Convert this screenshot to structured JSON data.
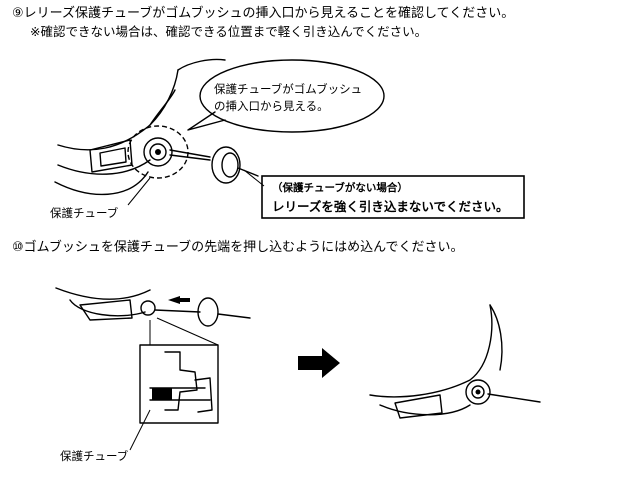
{
  "step9": {
    "title": "⑨レリーズ保護チューブがゴムブッシュの挿入口から見えることを確認してください。",
    "subtitle": "※確認できない場合は、確認できる位置まで軽く引き込んでください。",
    "callout_line1": "保護チューブがゴムブッシュ",
    "callout_line2": "の挿入口から見える。",
    "label_tube": "保護チューブ",
    "warning_head": "（保護チューブがない場合）",
    "warning_body": "レリーズを強く引き込まないでください。"
  },
  "step10": {
    "title": "⑩ゴムブッシュを保護チューブの先端を押し込むようにはめ込んでください。",
    "label_tube": "保護チューブ"
  }
}
